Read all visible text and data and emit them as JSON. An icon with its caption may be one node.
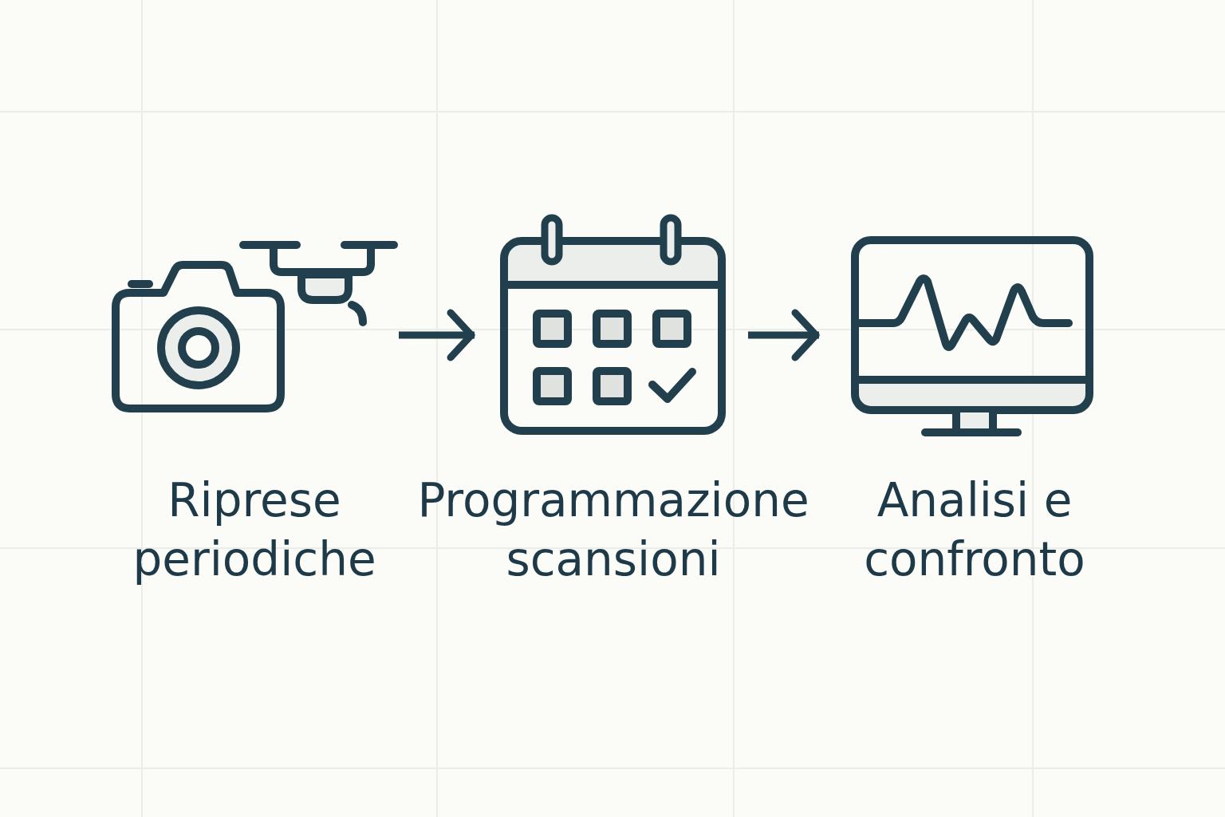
{
  "diagram": {
    "nodes": [
      {
        "text": [
          "Riprese periodiche"
        ]
      },
      {
        "text": [
          "Programmazione scansioni"
        ]
      },
      {
        "text": [
          "Analisi e confronto"
        ]
      }
    ],
    "edges": [
      {
        "from": 0,
        "to": 1,
        "arrow": "to"
      },
      {
        "from": 1,
        "to": 2,
        "arrow": "to"
      }
    ]
  }
}
